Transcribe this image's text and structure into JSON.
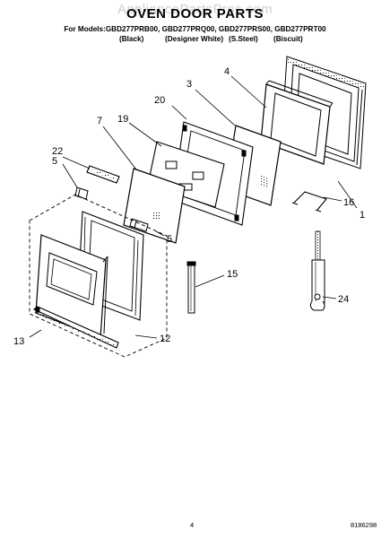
{
  "header": {
    "watermark": "AppliancePartsPros.com",
    "title": "OVEN DOOR PARTS",
    "models_line": "For Models:GBD277PRB00, GBD277PRQ00, GBD277PRS00, GBD277PRT00",
    "variants": [
      "(Black)",
      "(Designer White)",
      "(S.Steel)",
      "(Biscuit)"
    ]
  },
  "callouts": [
    "1",
    "3",
    "4",
    "5",
    "5",
    "7",
    "12",
    "13",
    "15",
    "16",
    "19",
    "20",
    "22",
    "24"
  ],
  "footer": {
    "page_number": "4",
    "doc_number": "8186298"
  },
  "colors": {
    "line": "#000000",
    "watermark": "#c8c8c8",
    "background": "#ffffff"
  }
}
